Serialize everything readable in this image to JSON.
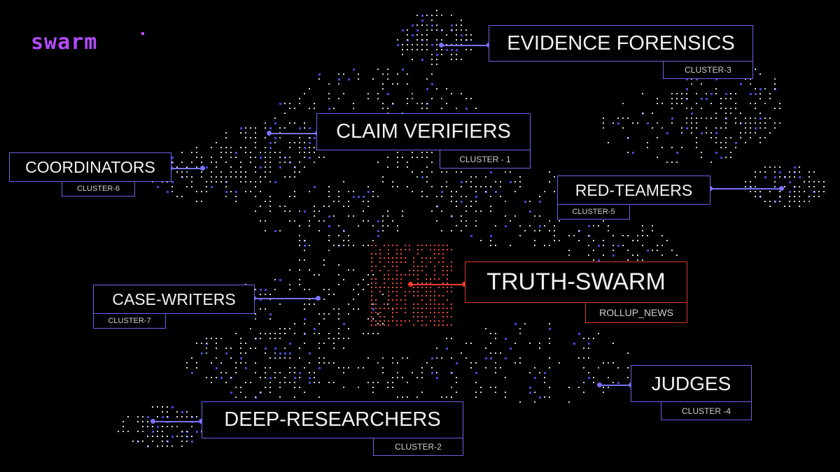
{
  "brand": {
    "name": "swarm",
    "color": "#b34cff"
  },
  "colors": {
    "accent": "#6b63e8",
    "highlight": "#e0382b",
    "text": "#f2f2f2"
  },
  "center": {
    "label": "TRUTH-SWARM",
    "tag": "ROLLUP_NEWS"
  },
  "clusters": [
    {
      "label": "EVIDENCE FORENSICS",
      "tag": "CLUSTER-3"
    },
    {
      "label": "CLAIM VERIFIERS",
      "tag": "CLUSTER - 1"
    },
    {
      "label": "COORDINATORS",
      "tag": "CLUSTER-6"
    },
    {
      "label": "RED-TEAMERS",
      "tag": "CLUSTER-5"
    },
    {
      "label": "CASE-WRITERS",
      "tag": "CLUSTER-7"
    },
    {
      "label": "JUDGES",
      "tag": "CLUSTER -4"
    },
    {
      "label": "DEEP-RESEARCHERS",
      "tag": "CLUSTER-2"
    }
  ]
}
